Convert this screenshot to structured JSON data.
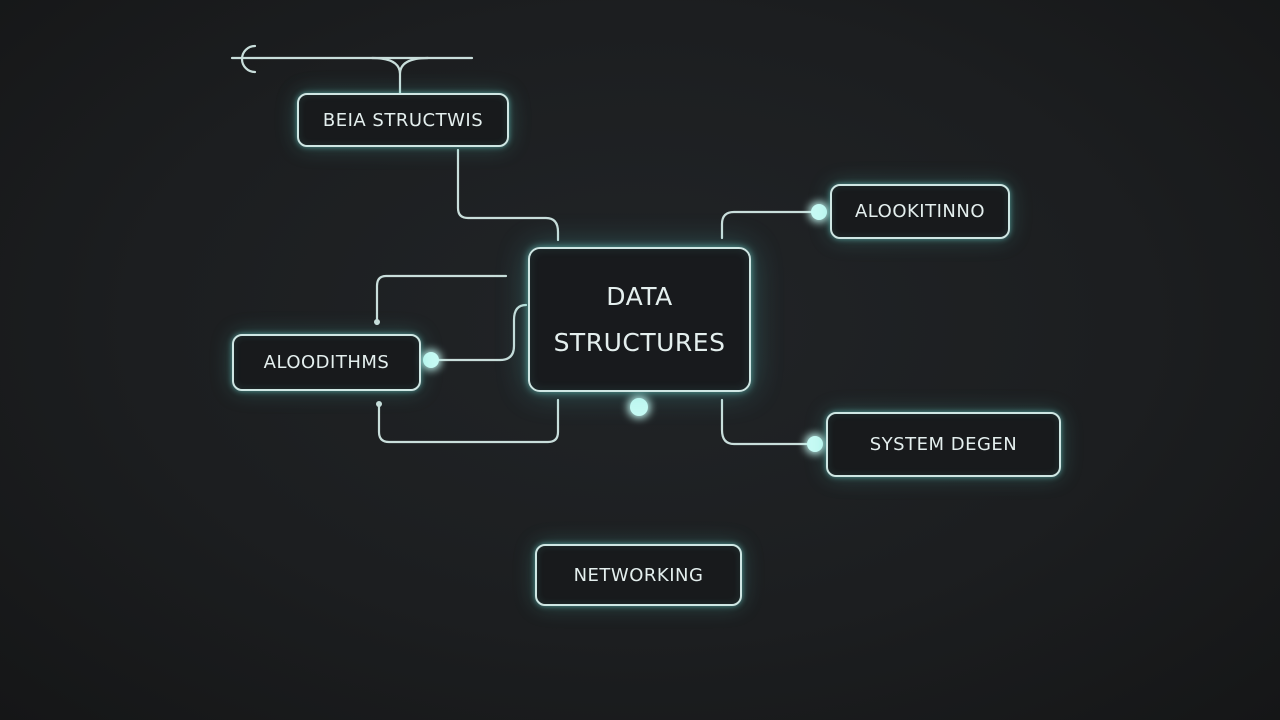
{
  "diagram": {
    "nodes": {
      "center": {
        "line1": "DATA",
        "line2": "STRUCTURES"
      },
      "top_left": "BEIA STRUCTWIS",
      "right": "ALOOKITINNO",
      "left": "ALOODITHMS",
      "system": "SYSTEM DEGEN",
      "bottom": "NETWORKING"
    },
    "colors": {
      "background": "#1b1d1f",
      "line": "#cfe7e4",
      "glow": "#7de8e0",
      "text": "#e4efee"
    }
  }
}
